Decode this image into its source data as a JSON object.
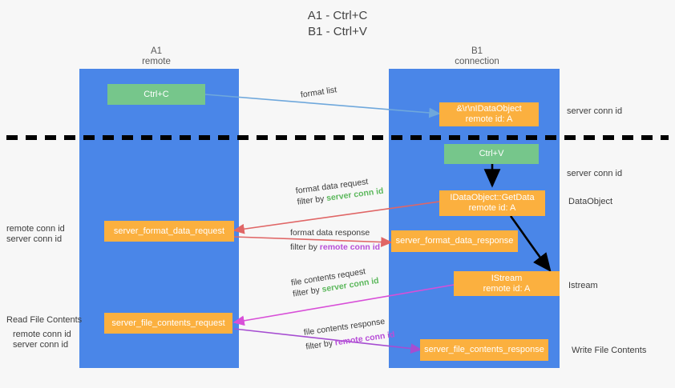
{
  "title": {
    "line1": "A1 - Ctrl+C",
    "line2": "B1 - Ctrl+V"
  },
  "lanes": [
    {
      "id": "a1",
      "name": "A1",
      "subtitle": "remote"
    },
    {
      "id": "b1",
      "name": "B1",
      "subtitle": "connection"
    }
  ],
  "boxes": {
    "ctrl_c": "Ctrl+C",
    "ctrl_v": "Ctrl+V",
    "idataobject_line1": "&\\r\\nIDataObject",
    "idataobject_line2": "remote id: A",
    "getdata_line1": "IDataObject::GetData",
    "getdata_line2": "remote id: A",
    "istream_line1": "IStream",
    "istream_line2": "remote id: A",
    "server_format_data_request": "server_format_data_request",
    "server_format_data_response": "server_format_data_response",
    "server_file_contents_request": "server_file_contents_request",
    "server_file_contents_response": "server_file_contents_response"
  },
  "edge_labels": {
    "format_list": "format list",
    "format_data_request": "format data request",
    "format_data_request_filter_prefix": "filter by ",
    "format_data_request_filter_key": "server conn id",
    "format_data_response": "format data response",
    "format_data_response_filter_prefix": "filter by ",
    "format_data_response_filter_key": "remote conn id",
    "file_contents_request": "file contents request",
    "file_contents_request_filter_prefix": "filter by ",
    "file_contents_request_filter_key": "server conn id",
    "file_contents_response": "file contents response",
    "file_contents_response_filter_prefix": "filter by ",
    "file_contents_response_filter_key": "remote conn id"
  },
  "side_labels": {
    "right_server_conn_id_top": "server conn id",
    "right_server_conn_id_mid": "server conn id",
    "right_dataobject": "DataObject",
    "right_istream": "Istream",
    "right_write_file_contents": "Write File Contents",
    "left_remote_conn_id_1": "remote conn id",
    "left_server_conn_id_1": "server conn id",
    "left_read_file_contents": "Read File Contents",
    "left_remote_conn_id_2": "remote conn id",
    "left_server_conn_id_2": "server conn id"
  },
  "colors": {
    "lane_blue": "#4a86e8",
    "green_box": "#76c68b",
    "orange_box": "#fbb03f",
    "background": "#f7f7f7",
    "arrow_lightblue": "#6fa8dc",
    "arrow_red": "#e06666",
    "arrow_magenta": "#d84fd8",
    "arrow_purple": "#a64dd1",
    "arrow_black": "#000000",
    "divider_black": "#000000",
    "green_text": "#6aa84f",
    "purple_text": "#a64dd1"
  }
}
